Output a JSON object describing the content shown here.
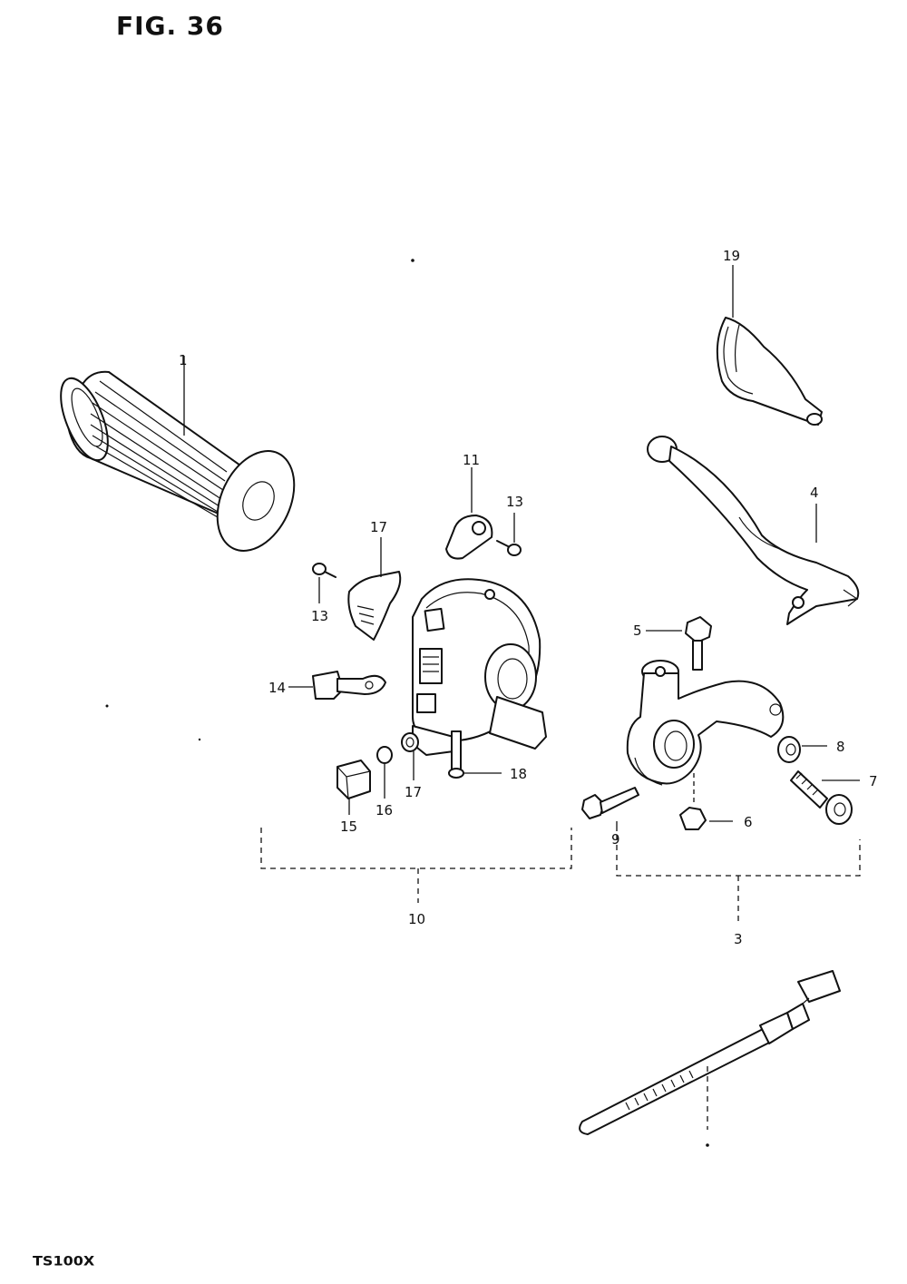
{
  "figure": {
    "title": "FIG. 36",
    "model": "TS100X"
  },
  "callouts": {
    "c1": "1",
    "c3": "3",
    "c4": "4",
    "c5": "5",
    "c6": "6",
    "c7": "7",
    "c8": "8",
    "c9": "9",
    "c10": "10",
    "c11": "11",
    "c13a": "13",
    "c13b": "13",
    "c14": "14",
    "c15": "15",
    "c16": "16",
    "c17a": "17",
    "c17b": "17",
    "c18": "18",
    "c19": "19"
  }
}
